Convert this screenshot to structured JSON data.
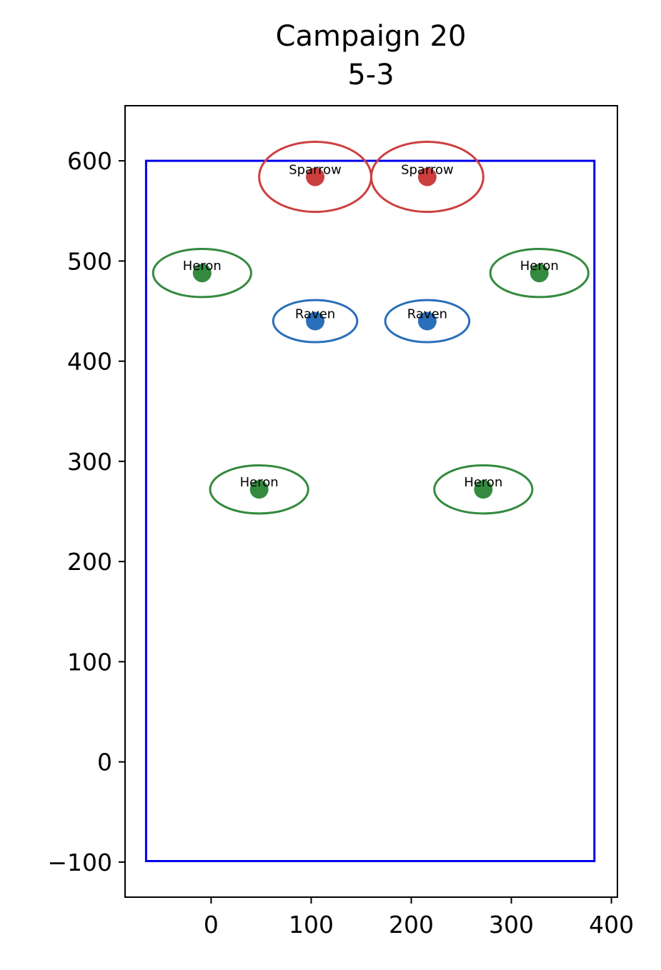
{
  "chart_data": {
    "type": "scatter",
    "title": "Campaign 20",
    "subtitle": "5-3",
    "xlabel": "",
    "ylabel": "",
    "xlim": [
      -86,
      406
    ],
    "ylim": [
      -135,
      655
    ],
    "xticks": [
      0,
      100,
      200,
      300,
      400
    ],
    "yticks": [
      -100,
      0,
      100,
      200,
      300,
      400,
      500,
      600
    ],
    "grid": false,
    "boundary": {
      "x0": -65,
      "x1": 383,
      "y0": -99,
      "y1": 600,
      "color": "#0000ee"
    },
    "colors": {
      "Sparrow": "#cc3f3f",
      "Heron": "#348a3f",
      "Raven": "#2a6fbb"
    },
    "points": [
      {
        "label": "Sparrow",
        "x": 104,
        "y": 584,
        "rx": 56,
        "ry": 35
      },
      {
        "label": "Sparrow",
        "x": 216,
        "y": 584,
        "rx": 56,
        "ry": 35
      },
      {
        "label": "Heron",
        "x": -9,
        "y": 488,
        "rx": 49,
        "ry": 24
      },
      {
        "label": "Heron",
        "x": 328,
        "y": 488,
        "rx": 49,
        "ry": 24
      },
      {
        "label": "Raven",
        "x": 104,
        "y": 440,
        "rx": 42,
        "ry": 21
      },
      {
        "label": "Raven",
        "x": 216,
        "y": 440,
        "rx": 42,
        "ry": 21
      },
      {
        "label": "Heron",
        "x": 48,
        "y": 272,
        "rx": 49,
        "ry": 24
      },
      {
        "label": "Heron",
        "x": 272,
        "y": 272,
        "rx": 49,
        "ry": 24
      }
    ]
  }
}
